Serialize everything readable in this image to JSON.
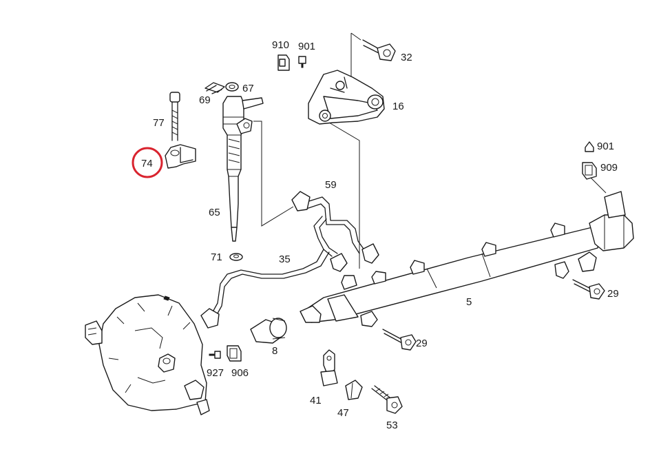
{
  "colors": {
    "line": "#1a1a1a",
    "highlight": "#d9242f",
    "background": "#ffffff"
  },
  "highlighted_callout": "74",
  "labels": {
    "910": "910",
    "901a": "901",
    "32": "32",
    "67": "67",
    "69": "69",
    "16": "16",
    "77": "77",
    "74": "74",
    "901b": "901",
    "909": "909",
    "59": "59",
    "65": "65",
    "71": "71",
    "35": "35",
    "5": "5",
    "29a": "29",
    "29b": "29",
    "8": "8",
    "927": "927",
    "906": "906",
    "41": "41",
    "47": "47",
    "53": "53"
  }
}
